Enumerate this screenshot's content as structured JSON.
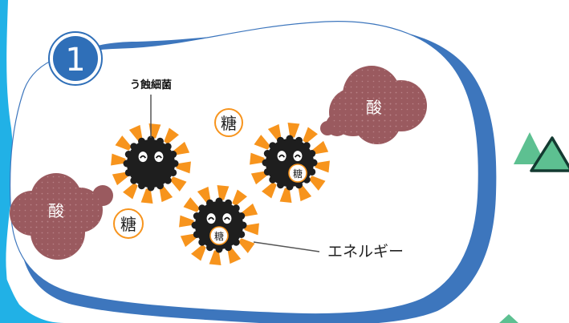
{
  "step": {
    "number": "1"
  },
  "labels": {
    "bacteria": "う蝕細菌",
    "energy": "エネルギー",
    "acid": "酸",
    "sugar": "糖"
  },
  "colors": {
    "frame_blue": "#3d76bd",
    "left_cyan": "#21b1e6",
    "badge_blue": "#2f6fb8",
    "acid_cloud": "#9a5a5f",
    "bacteria_body": "#1e1e1e",
    "bacteria_ray": "#f7941d",
    "sugar_ring": "#f7941d",
    "triangle_green": "#5dc091",
    "triangle_dark": "#133a31"
  }
}
